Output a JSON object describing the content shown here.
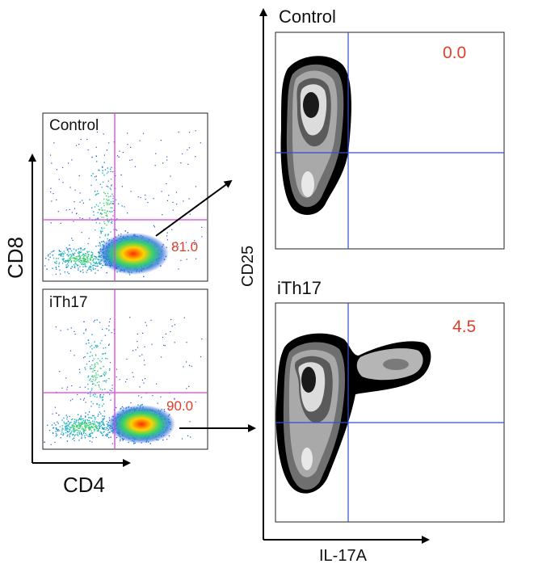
{
  "colors": {
    "gate_pink": "#e040e0",
    "gate_blue": "#2f4fd0",
    "percent_red": "#e0402a",
    "axis": "#000000"
  },
  "left_panels": {
    "x_axis_label": "CD4",
    "y_axis_label": "CD8",
    "control": {
      "name": "Control",
      "percent": "81.0"
    },
    "ith17": {
      "name": "iTh17",
      "percent": "90.0"
    }
  },
  "right_panels": {
    "x_axis_label": "IL-17A",
    "y_axis_label": "CD25",
    "control": {
      "name": "Control",
      "percent": "0.0"
    },
    "ith17": {
      "name": "iTh17",
      "percent": "4.5"
    }
  }
}
